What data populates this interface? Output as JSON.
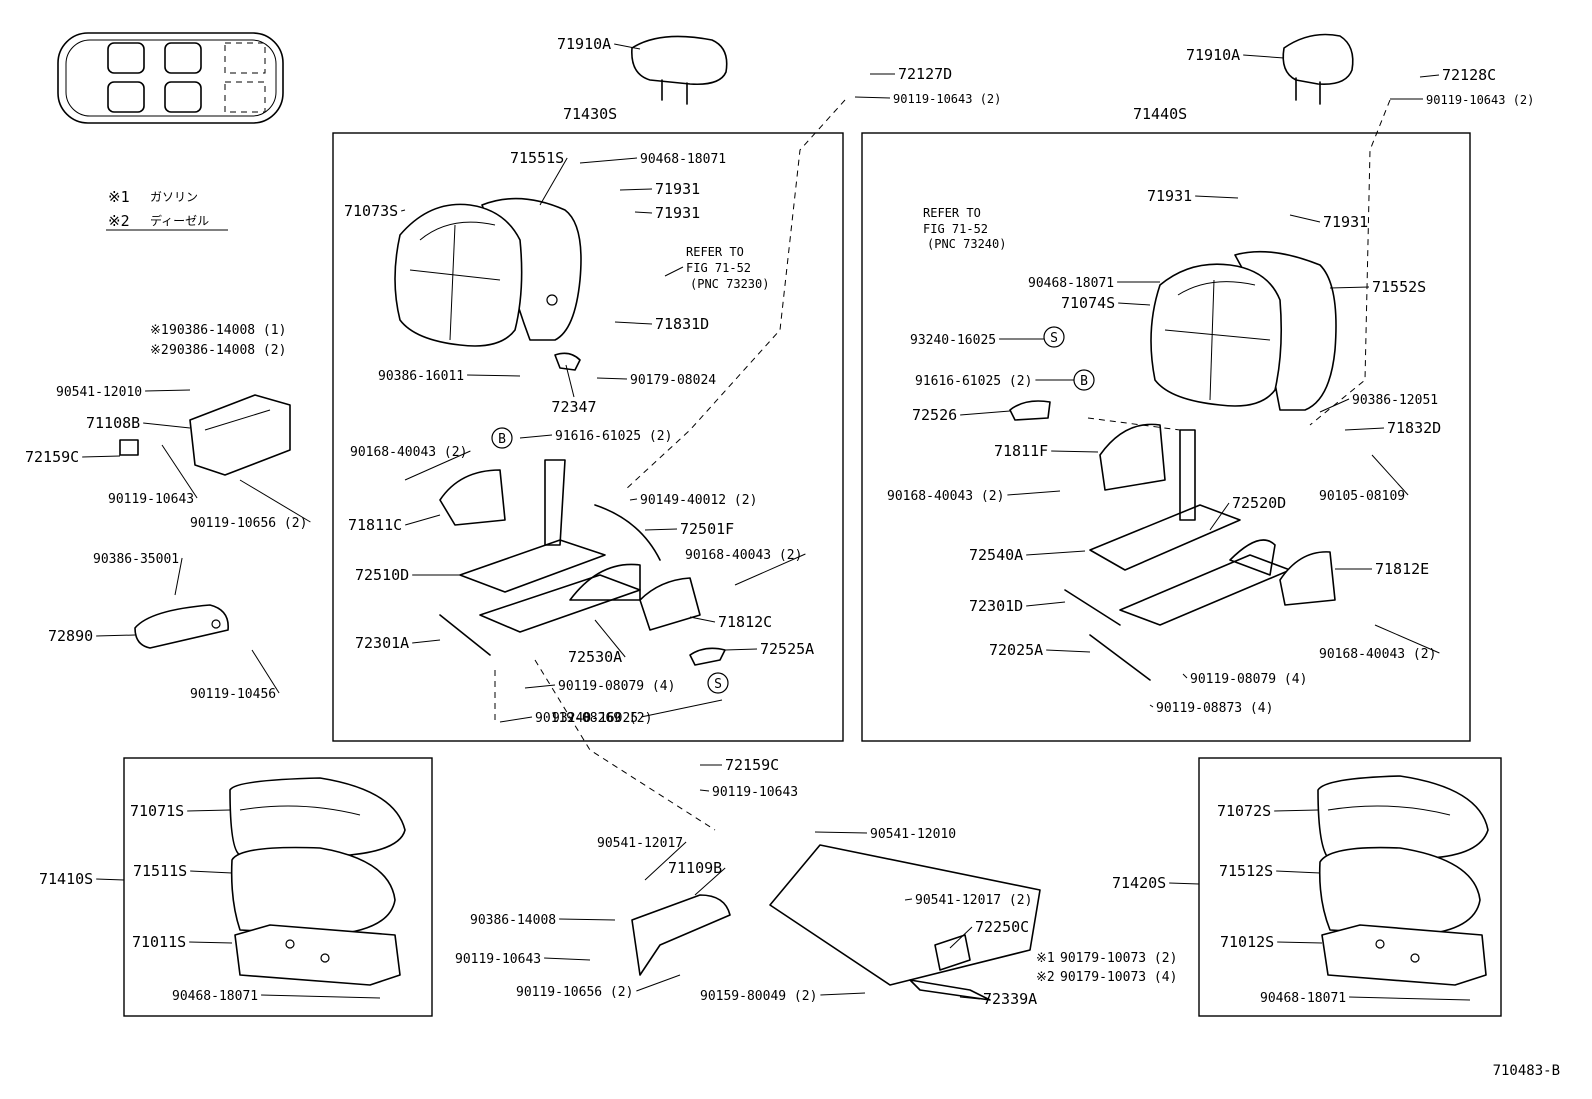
{
  "diagram": {
    "figure_code": "710483-B",
    "legend": [
      {
        "mark": "※1",
        "text": "ガソリン"
      },
      {
        "mark": "※2",
        "text": "ディーゼル"
      }
    ],
    "parts": [
      "71910A",
      "71430S",
      "72127D",
      "90119-10643 (2)",
      "71551S",
      "90468-18071",
      "71931",
      "71931",
      "71073S",
      "REFER TO",
      "FIG 71-52",
      "(PNC 73230)",
      "71831D",
      "90386-16011",
      "90179-08024",
      "72347",
      "91616-61025 (2)",
      "90168-40043 (2)",
      "90149-40012 (2)",
      "72501F",
      "71811C",
      "90168-40043 (2)",
      "72510D",
      "71812C",
      "72301A",
      "72530A",
      "72525A",
      "90119-08079 (4)",
      "93240-16025",
      "90119-08269 (2)",
      "71910A",
      "72128C",
      "90119-10643 (2)",
      "71440S",
      "71931",
      "71931",
      "REFER TO",
      "FIG 71-52",
      "(PNC 73240)",
      "90468-18071",
      "71552S",
      "71074S",
      "93240-16025",
      "91616-61025 (2)",
      "90386-12051",
      "72526",
      "71832D",
      "71811F",
      "90168-40043 (2)",
      "90105-08109",
      "72520D",
      "72540A",
      "71812E",
      "72301D",
      "72025A",
      "90168-40043 (2)",
      "90119-08079 (4)",
      "90119-08873 (4)",
      "90386-14008 (1)",
      "90386-14008 (2)",
      "90541-12010",
      "71108B",
      "72159C",
      "90119-10643",
      "90119-10656 (2)",
      "90386-35001",
      "72890",
      "90119-10456",
      "72159C",
      "90119-10643",
      "90541-12017",
      "71109B",
      "90386-14008",
      "90119-10643",
      "90119-10656 (2)",
      "90541-12010",
      "90541-12017 (2)",
      "72250C",
      "90179-10073 (2)",
      "90179-10073 (4)",
      "90159-80049 (2)",
      "72339A",
      "71071S",
      "71511S",
      "71410S",
      "71011S",
      "90468-18071",
      "71072S",
      "71512S",
      "71420S",
      "71012S",
      "90468-18071"
    ],
    "callouts": {
      "S": "S",
      "B": "B"
    }
  }
}
